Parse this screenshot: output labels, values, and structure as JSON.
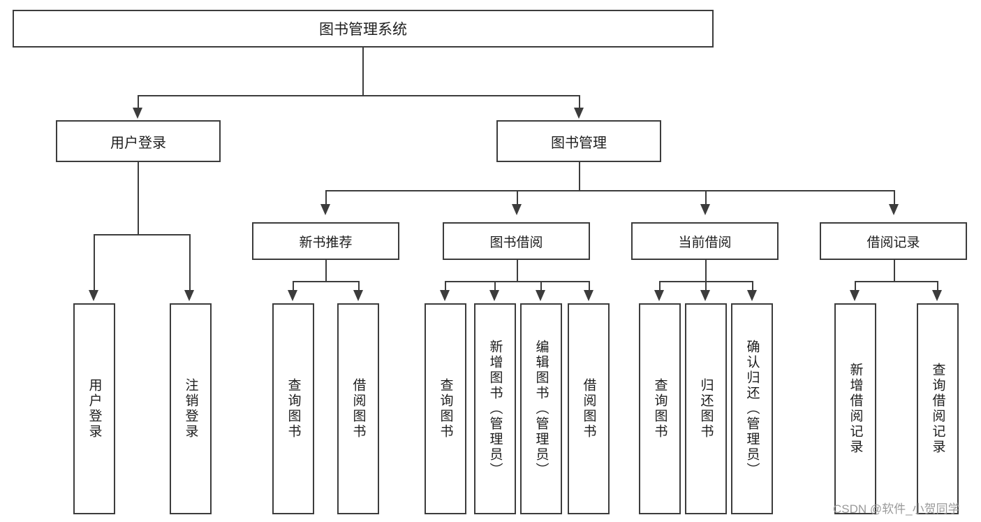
{
  "diagram": {
    "type": "tree",
    "title": "图书管理系统",
    "root": {
      "label": "图书管理系统"
    },
    "level2": [
      {
        "label": "用户登录"
      },
      {
        "label": "图书管理"
      }
    ],
    "level3": [
      {
        "label": "新书推荐"
      },
      {
        "label": "图书借阅"
      },
      {
        "label": "当前借阅"
      },
      {
        "label": "借阅记录"
      }
    ],
    "leaves": {
      "user_login": [
        {
          "label": "用户登录"
        },
        {
          "label": "注销登录"
        }
      ],
      "new_book_recommend": [
        {
          "label": "查询图书"
        },
        {
          "label": "借阅图书"
        }
      ],
      "book_borrow": [
        {
          "label": "查询图书"
        },
        {
          "label": "新增图书（管理员）"
        },
        {
          "label": "编辑图书（管理员）"
        },
        {
          "label": "借阅图书"
        }
      ],
      "current_borrow": [
        {
          "label": "查询图书"
        },
        {
          "label": "归还图书"
        },
        {
          "label": "确认归还（管理员）"
        }
      ],
      "borrow_record": [
        {
          "label": "新增借阅记录"
        },
        {
          "label": "查询借阅记录"
        }
      ]
    }
  },
  "watermark": {
    "text": "CSDN @软件_小贺同学"
  },
  "colors": {
    "line": "#3c3c3c",
    "text": "#1d1d1d",
    "background": "#ffffff",
    "watermark": "#9a9a9a"
  }
}
